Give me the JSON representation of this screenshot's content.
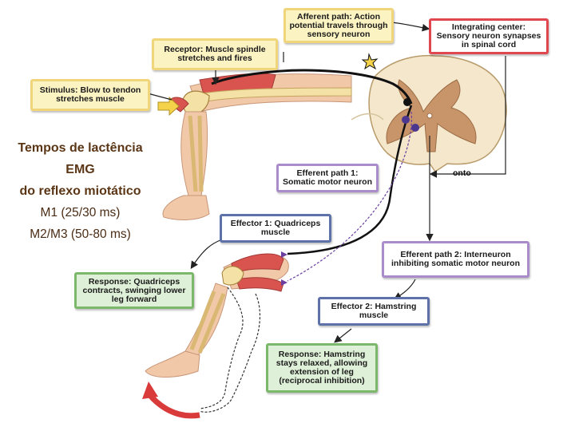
{
  "boxes": {
    "afferent": "Afferent path: Action potential travels through sensory neuron",
    "integrating": "Integrating center: Sensory neuron synapses in spinal cord",
    "receptor": "Receptor: Muscle spindle stretches and fires",
    "stimulus": "Stimulus: Blow to tendon stretches muscle",
    "efferent1": "Efferent path 1: Somatic motor neuron",
    "effector1": "Effector 1: Quadriceps muscle",
    "response1": "Response: Quadriceps contracts, swinging lower leg forward",
    "efferent2": "Efferent path 2: Interneuron inhibiting somatic motor neuron",
    "effector2": "Effector 2: Hamstring muscle",
    "response2": "Response: Hamstring stays relaxed, allowing extension of leg (reciprocal inhibition)"
  },
  "onto_label": "onto",
  "side_text": {
    "line1": "Tempos de lactência",
    "line2": "EMG",
    "line3": "do reflexo miotático",
    "line4": "M1 (25/30 ms)",
    "line5": "M2/M3 (50-80 ms)"
  },
  "colors": {
    "yellow_border": "#f0d57a",
    "red_border": "#e0474f",
    "purple_border": "#a98cc9",
    "blue_border": "#5c72a8",
    "green_border": "#7cb86c",
    "side_text": "#5b3616"
  }
}
